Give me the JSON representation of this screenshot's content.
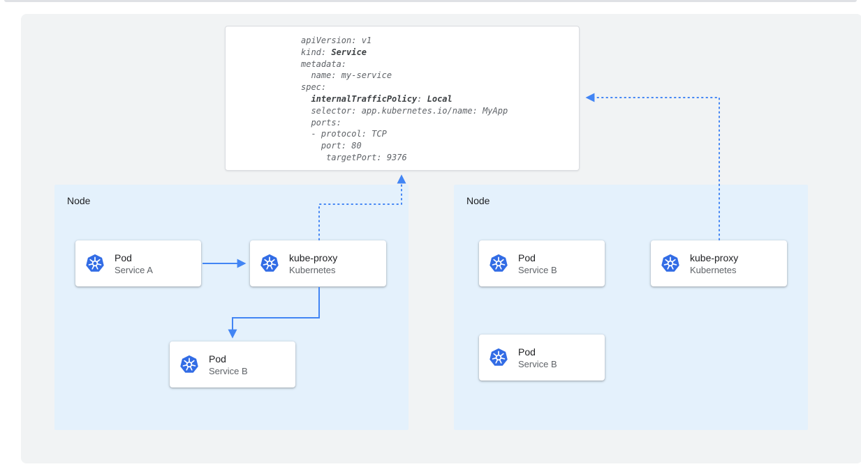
{
  "colors": {
    "panel_bg": "#f1f3f4",
    "node_bg": "#e4f1fc",
    "card_border": "#dadce0",
    "arrow": "#4285f4",
    "k8s_logo": "#326ce5"
  },
  "code_box": {
    "lines": [
      [
        {
          "t": "apiVersion: v1",
          "b": false
        }
      ],
      [
        {
          "t": "kind: ",
          "b": false
        },
        {
          "t": "Service",
          "b": true
        }
      ],
      [
        {
          "t": "metadata:",
          "b": false
        }
      ],
      [
        {
          "t": "  name: my-service",
          "b": false
        }
      ],
      [
        {
          "t": "spec:",
          "b": false
        }
      ],
      [
        {
          "t": "  ",
          "b": false
        },
        {
          "t": "internalTrafficPolicy",
          "b": true
        },
        {
          "t": ": ",
          "b": false
        },
        {
          "t": "Local",
          "b": true
        }
      ],
      [
        {
          "t": "  selector: app.kubernetes.io/name: MyApp",
          "b": false
        }
      ],
      [
        {
          "t": "  ports:",
          "b": false
        }
      ],
      [
        {
          "t": "  - protocol: TCP",
          "b": false
        }
      ],
      [
        {
          "t": "    port: 80",
          "b": false
        }
      ],
      [
        {
          "t": "     targetPort: 9376",
          "b": false
        }
      ]
    ]
  },
  "nodes": [
    {
      "label": "Node",
      "cards": [
        {
          "title": "Pod",
          "subtitle": "Service A",
          "icon": "kubernetes-icon"
        },
        {
          "title": "kube-proxy",
          "subtitle": "Kubernetes",
          "icon": "kubernetes-icon"
        },
        {
          "title": "Pod",
          "subtitle": "Service B",
          "icon": "kubernetes-icon"
        }
      ]
    },
    {
      "label": "Node",
      "cards": [
        {
          "title": "Pod",
          "subtitle": "Service B",
          "icon": "kubernetes-icon"
        },
        {
          "title": "kube-proxy",
          "subtitle": "Kubernetes",
          "icon": "kubernetes-icon"
        },
        {
          "title": "Pod",
          "subtitle": "Service B",
          "icon": "kubernetes-icon"
        }
      ]
    }
  ]
}
